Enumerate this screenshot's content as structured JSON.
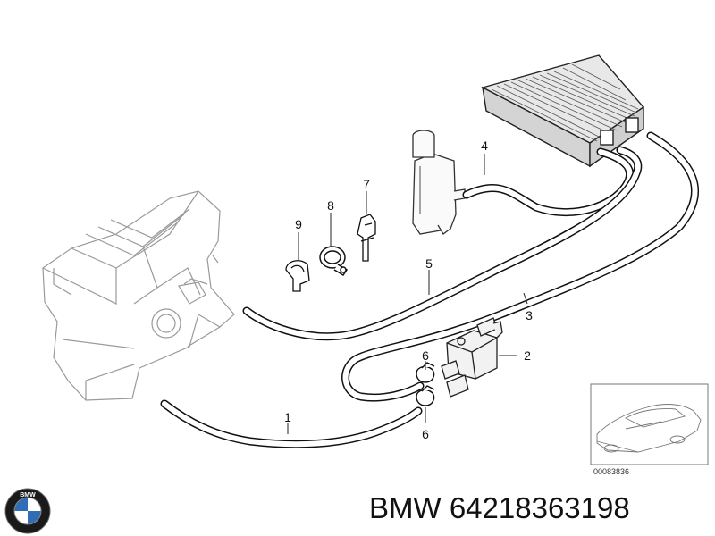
{
  "diagram": {
    "callouts": [
      "1",
      "2",
      "3",
      "4",
      "5",
      "6",
      "6",
      "7",
      "8",
      "9"
    ],
    "reference_code": "00083836"
  },
  "footer": {
    "brand": "BMW",
    "part_number": "64218363198"
  },
  "logo": {
    "icon": "bmw-roundel-logo",
    "text": "BMW"
  }
}
